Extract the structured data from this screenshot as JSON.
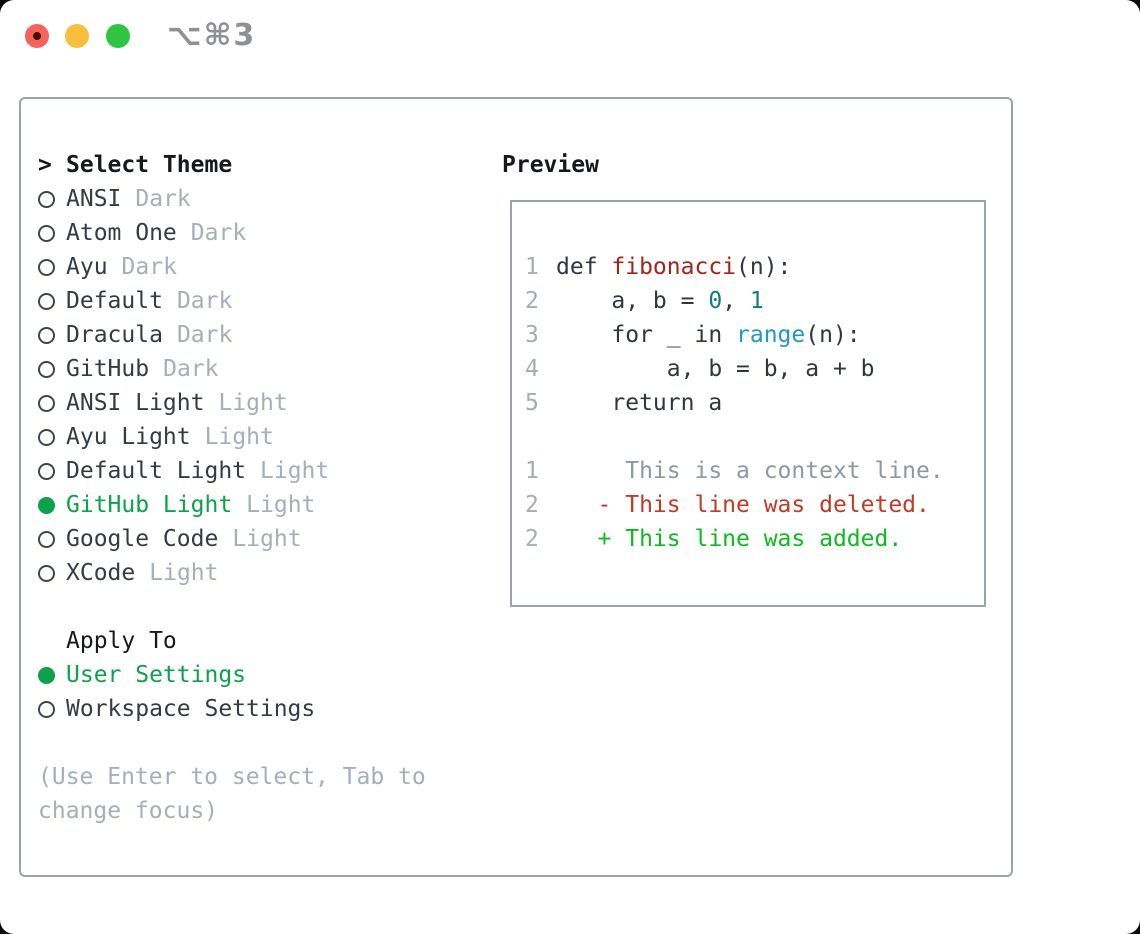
{
  "window": {
    "title_shortcut": "⌥⌘3"
  },
  "colors": {
    "accent_green": "#0ca24c",
    "addition_green": "#0cbb1e",
    "deletion_red": "#c23a26",
    "title_red": "#a4241a",
    "number_teal": "#0b7f85",
    "builtin_blue": "#2196c8",
    "traffic_red": "#f4635c",
    "traffic_yellow": "#fbbe3c",
    "traffic_green": "#2fc541"
  },
  "theme_panel": {
    "header": {
      "prefix": ">",
      "label": "Select Theme"
    },
    "themes": [
      {
        "name": "ANSI",
        "variant": "Dark",
        "selected": false
      },
      {
        "name": "Atom One",
        "variant": "Dark",
        "selected": false
      },
      {
        "name": "Ayu",
        "variant": "Dark",
        "selected": false
      },
      {
        "name": "Default",
        "variant": "Dark",
        "selected": false
      },
      {
        "name": "Dracula",
        "variant": "Dark",
        "selected": false
      },
      {
        "name": "GitHub",
        "variant": "Dark",
        "selected": false
      },
      {
        "name": "ANSI Light",
        "variant": "Light",
        "selected": false
      },
      {
        "name": "Ayu Light",
        "variant": "Light",
        "selected": false
      },
      {
        "name": "Default Light",
        "variant": "Light",
        "selected": false
      },
      {
        "name": "GitHub Light",
        "variant": "Light",
        "selected": true
      },
      {
        "name": "Google Code",
        "variant": "Light",
        "selected": false
      },
      {
        "name": "XCode",
        "variant": "Light",
        "selected": false
      }
    ],
    "apply_to": {
      "label": "Apply To",
      "options": [
        {
          "label": "User Settings",
          "selected": true
        },
        {
          "label": "Workspace Settings",
          "selected": false
        }
      ]
    },
    "help": {
      "line1": "(Use Enter to select, Tab to",
      "line2": "change focus)"
    }
  },
  "preview": {
    "heading": "Preview",
    "code_lines": [
      {
        "num": "1",
        "tokens": [
          {
            "t": "def ",
            "c": "k"
          },
          {
            "t": "fibonacci",
            "c": "title"
          },
          {
            "t": "(n):",
            "c": "p"
          }
        ]
      },
      {
        "num": "2",
        "tokens": [
          {
            "t": "    a, b = ",
            "c": "p"
          },
          {
            "t": "0",
            "c": "num"
          },
          {
            "t": ", ",
            "c": "p"
          },
          {
            "t": "1",
            "c": "num"
          }
        ]
      },
      {
        "num": "3",
        "tokens": [
          {
            "t": "    for _ in ",
            "c": "p"
          },
          {
            "t": "range",
            "c": "bi"
          },
          {
            "t": "(n):",
            "c": "p"
          }
        ]
      },
      {
        "num": "4",
        "tokens": [
          {
            "t": "        a, b = b, a + b",
            "c": "p"
          }
        ]
      },
      {
        "num": "5",
        "tokens": [
          {
            "t": "    return a",
            "c": "p"
          }
        ]
      },
      {
        "num": "",
        "tokens": []
      },
      {
        "num": "1",
        "tokens": [
          {
            "t": "     This is a context line.",
            "c": "ctx"
          }
        ]
      },
      {
        "num": "2",
        "tokens": [
          {
            "t": "   - This line was deleted.",
            "c": "del"
          }
        ]
      },
      {
        "num": "2",
        "tokens": [
          {
            "t": "   + This line was added.",
            "c": "add"
          }
        ]
      }
    ]
  }
}
